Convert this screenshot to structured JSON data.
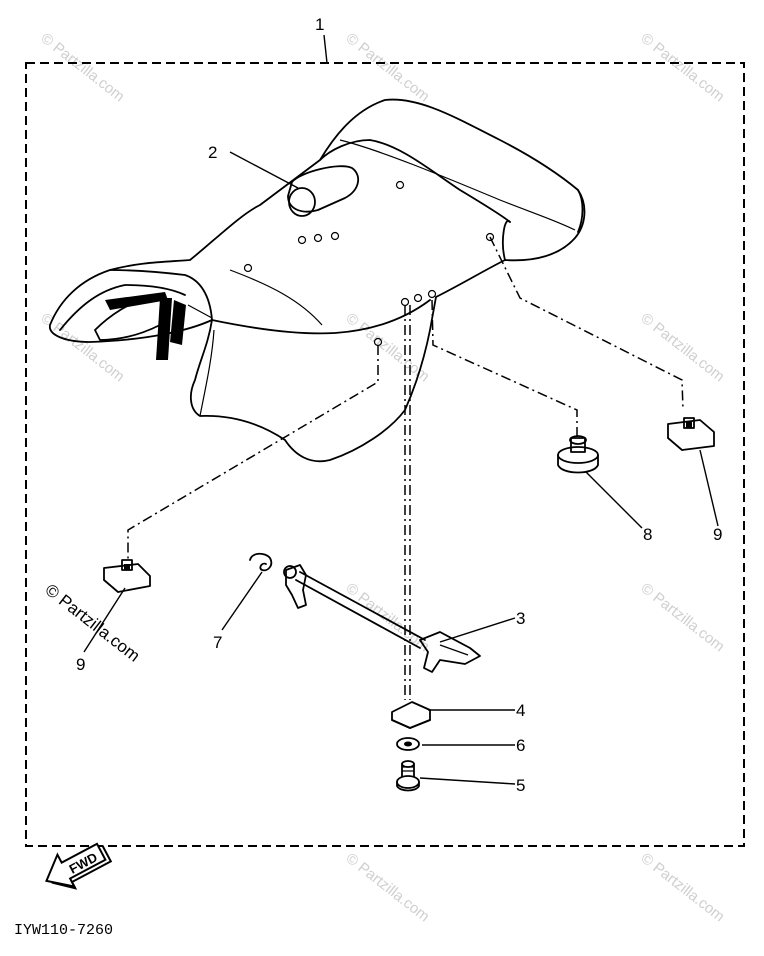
{
  "callouts": {
    "c1": "1",
    "c2": "2",
    "c3": "3",
    "c4": "4",
    "c5": "5",
    "c6": "6",
    "c7": "7",
    "c8": "8",
    "c9a": "9",
    "c9b": "9"
  },
  "fwd_label": "FWD",
  "diagram_code": "IYW110-7260",
  "watermark": "© Partzilla.com"
}
